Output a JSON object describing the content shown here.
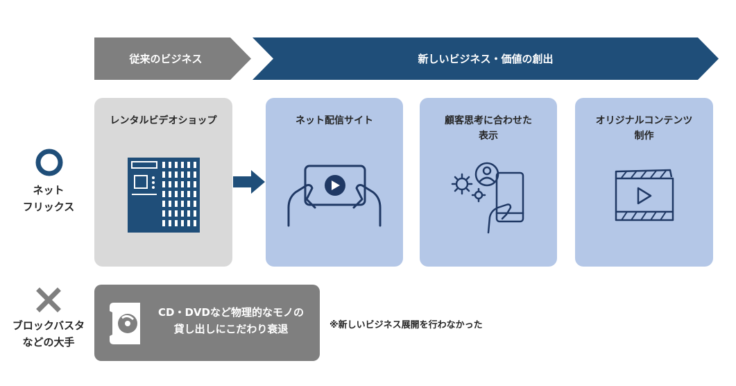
{
  "header": {
    "old_business_label": "従来のビジネス",
    "new_business_label": "新しいビジネス・価値の創出"
  },
  "rows": {
    "netflix": {
      "symbol": "◯",
      "label": "ネット\nフリックス"
    },
    "blockbuster": {
      "symbol": "✕",
      "label": "ブロックバスタ\nなどの大手"
    }
  },
  "cards": {
    "rental_shop": {
      "title": "レンタルビデオショップ",
      "icon": "store-shelf-icon"
    },
    "streaming_site": {
      "title": "ネット配信サイト",
      "icon": "tablet-play-icon"
    },
    "personalized_display": {
      "title": "顧客思考に合わせた\n表示",
      "icon": "user-gear-phone-icon"
    },
    "original_content": {
      "title": "オリジナルコンテンツ\n制作",
      "icon": "clapperboard-icon"
    }
  },
  "decline": {
    "text": "CD・DVDなど物理的なモノの\n貸し出しにこだわり衰退",
    "icon": "disc-case-icon"
  },
  "note": "※新しいビジネス展開を行わなかった",
  "colors": {
    "navy": "#1f4e79",
    "dark_gray": "#7f7f7f",
    "light_gray": "#d9d9d9",
    "light_blue": "#b4c7e7",
    "circle_blue": "#1f4e79",
    "cross_gray": "#7f7f7f"
  }
}
